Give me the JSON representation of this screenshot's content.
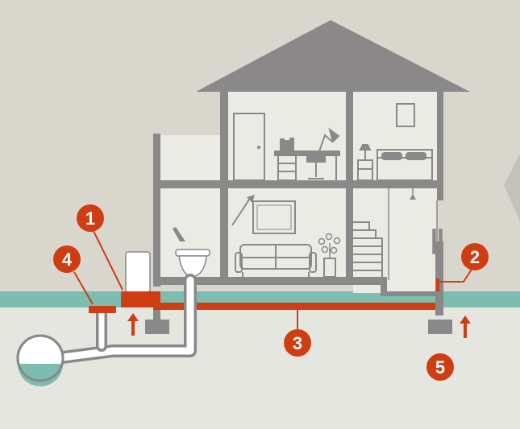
{
  "colors": {
    "sky": "#d9d6ce",
    "ground": "#e6e6e0",
    "soil_band": "#7dbdaf",
    "wall": "#8a8888",
    "interior": "#ebebe6",
    "roof": "#8a8888",
    "accent_red": "#cf3d12",
    "sewer_fill": "#7dbdaf",
    "callout_bg": "#cf3d12",
    "callout_text": "#ffffff"
  },
  "callouts": [
    {
      "label": "1"
    },
    {
      "label": "2"
    },
    {
      "label": "3"
    },
    {
      "label": "4"
    },
    {
      "label": "5"
    }
  ],
  "icons": [
    "house-cutaway",
    "toilet",
    "water-heater",
    "sofa",
    "bed",
    "desk",
    "stairs",
    "sewer-tank",
    "up-arrow"
  ]
}
